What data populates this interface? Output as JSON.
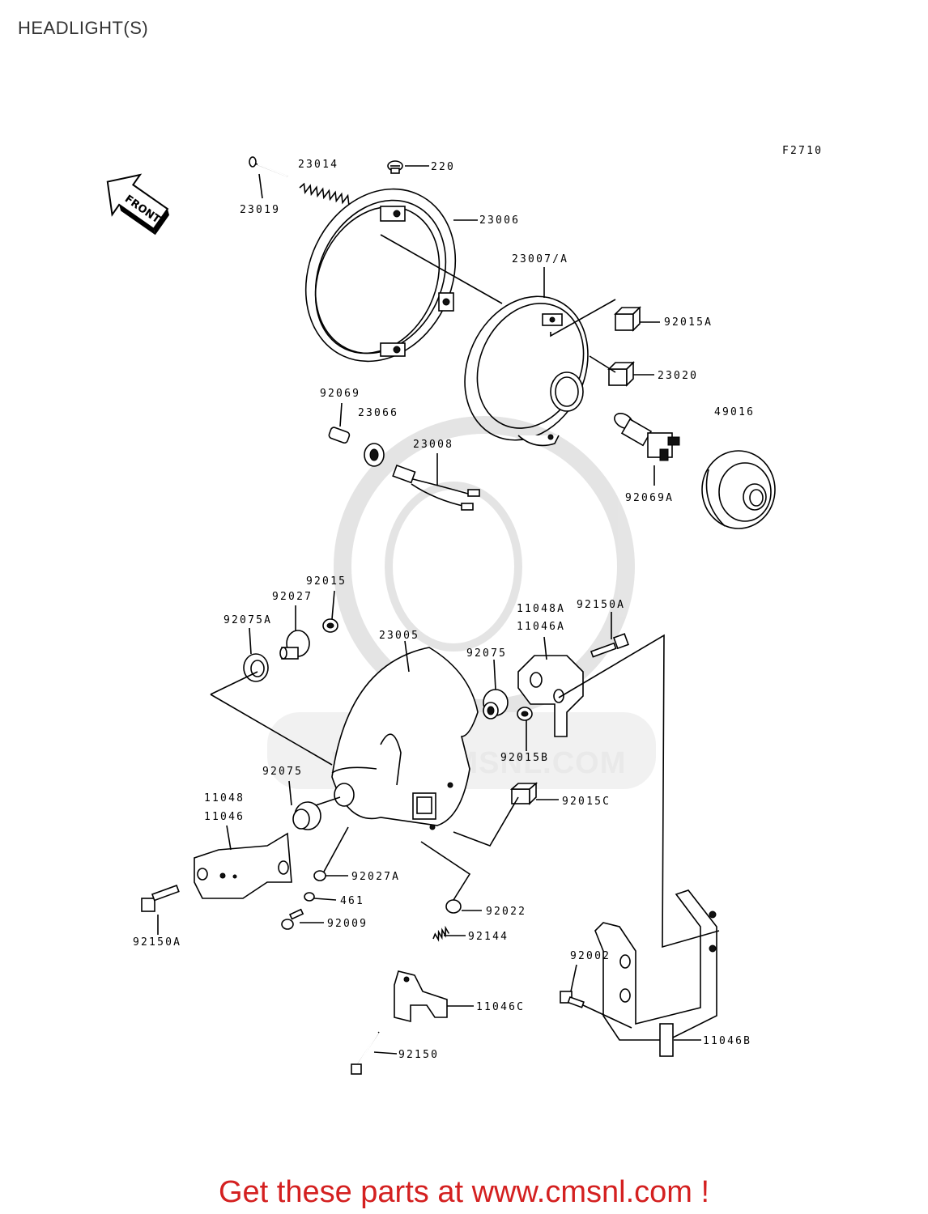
{
  "page": {
    "title": "HEADLIGHT(S)",
    "figure_code": "F2710",
    "front_arrow_label": "FRONT",
    "watermark_text": "WWW.CMSNL.COM",
    "footer": "Get these parts at www.cmsnl.com !",
    "footer_color": "#d42020"
  },
  "part_labels": [
    "23019",
    "23014",
    "220",
    "23006",
    "23007/A",
    "92015A",
    "23020",
    "92069",
    "23066",
    "23008",
    "49016",
    "92069A",
    "92015",
    "92027",
    "92075A",
    "23005",
    "92075",
    "11048A",
    "11046A",
    "92150A",
    "92015B",
    "92075",
    "92015C",
    "11048",
    "11046",
    "92027A",
    "461",
    "92009",
    "92022",
    "92144",
    "92150A",
    "92002",
    "11046C",
    "92150",
    "11046B"
  ]
}
